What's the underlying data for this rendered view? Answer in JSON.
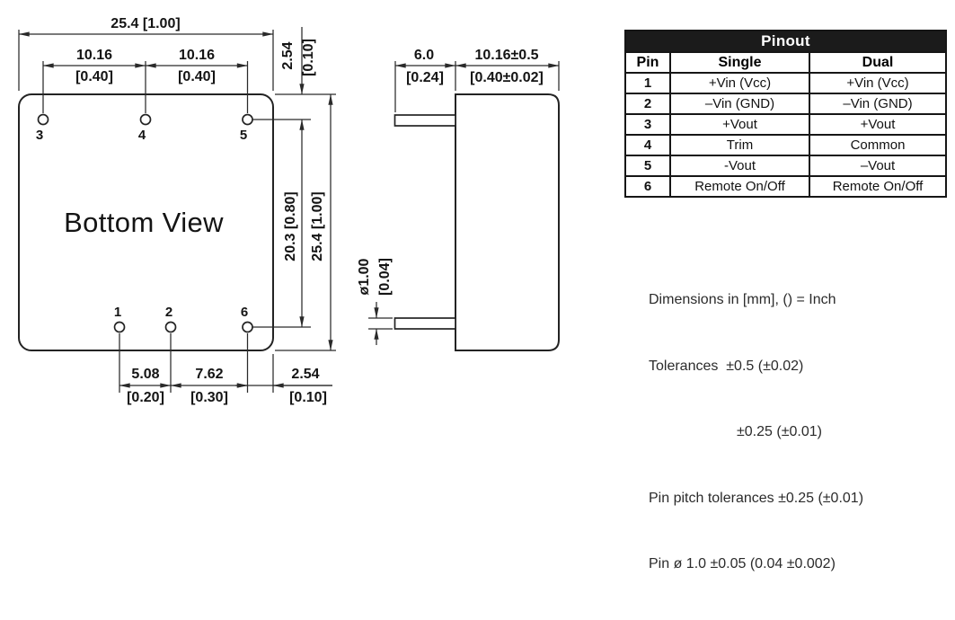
{
  "bottom_view": {
    "label": "Bottom View",
    "pins_top": [
      "3",
      "4",
      "5"
    ],
    "pins_bottom": [
      "1",
      "2",
      "6"
    ],
    "dim_width_top": "25.4 [1.00]",
    "dim_pitch_left_mm": "10.16",
    "dim_pitch_left_in": "[0.40]",
    "dim_pitch_right_mm": "10.16",
    "dim_pitch_right_in": "[0.40]",
    "dim_top_offset_mm": "2.54",
    "dim_top_offset_in": "[0.10]",
    "dim_row_span": "20.3 [0.80]",
    "dim_height_right": "25.4 [1.00]",
    "dim_pin1_2_mm": "5.08",
    "dim_pin1_2_in": "[0.20]",
    "dim_pin2_6_mm": "7.62",
    "dim_pin2_6_in": "[0.30]",
    "dim_edge_mm": "2.54",
    "dim_edge_in": "[0.10]"
  },
  "side_view": {
    "dim_pin_length_mm": "6.0",
    "dim_pin_length_in": "[0.24]",
    "dim_depth_mm": "10.16±0.5",
    "dim_depth_in": "[0.40±0.02]",
    "dim_pin_dia_mm": "ø1.00",
    "dim_pin_dia_in": "[0.04]"
  },
  "pinout": {
    "title": "Pinout",
    "columns": [
      "Pin",
      "Single",
      "Dual"
    ],
    "rows": [
      [
        "1",
        "+Vin (Vcc)",
        "+Vin (Vcc)"
      ],
      [
        "2",
        "–Vin (GND)",
        "–Vin (GND)"
      ],
      [
        "3",
        "+Vout",
        "+Vout"
      ],
      [
        "4",
        "Trim",
        "Common"
      ],
      [
        "5",
        "-Vout",
        "–Vout"
      ],
      [
        "6",
        "Remote On/Off",
        "Remote On/Off"
      ]
    ]
  },
  "notes": {
    "lines": [
      "Dimensions in [mm], () = Inch",
      "Tolerances  ±0.5 (±0.02)",
      "±0.25 (±0.01)",
      "Pin pitch tolerances ±0.25 (±0.01)",
      "Pin ø 1.0 ±0.05 (0.04 ±0.002)"
    ]
  }
}
